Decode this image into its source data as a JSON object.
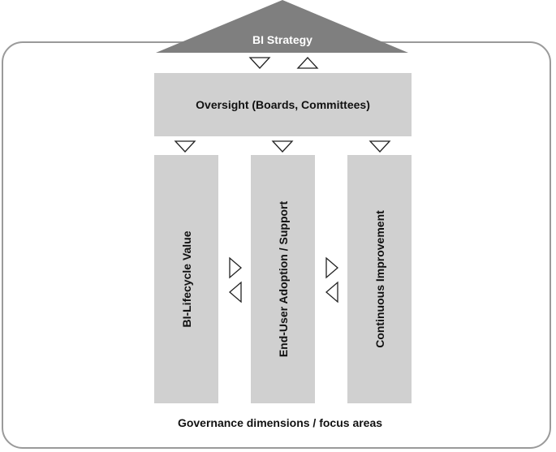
{
  "diagram": {
    "strategy_label": "BI Strategy",
    "oversight_label": "Oversight (Boards, Committees)",
    "pillars": [
      {
        "label": "BI-Lifecycle Value"
      },
      {
        "label": "End-User Adoption / Support"
      },
      {
        "label": "Continuous Improvement"
      }
    ],
    "footer_label": "Governance dimensions / focus areas"
  },
  "colors": {
    "roof_fill": "#7f7f7f",
    "box_fill": "#d0d0d0",
    "frame_stroke": "#9a9a9a"
  }
}
